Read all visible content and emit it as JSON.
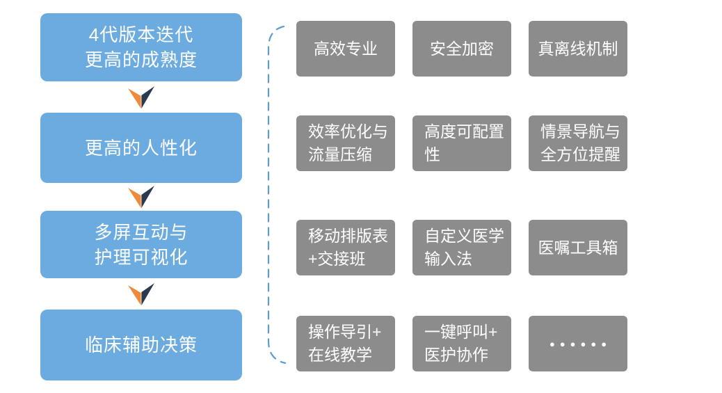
{
  "colors": {
    "step_blue": "#6CABE0",
    "feature_gray": "#8C8C8C",
    "arrow_orange": "#EF8A3A",
    "arrow_navy": "#2C3A50",
    "bracket_blue": "#5B9BD5",
    "text_white": "#FFFFFF"
  },
  "flow": {
    "steps": [
      {
        "label": "4代版本迭代\n更高的成熟度"
      },
      {
        "label": "更高的人性化"
      },
      {
        "label": "多屏互动与\n护理可视化"
      },
      {
        "label": "临床辅助决策"
      }
    ]
  },
  "features": {
    "rows": [
      {
        "cells": [
          {
            "label": "高效专业"
          },
          {
            "label": "安全加密"
          },
          {
            "label": "真离线机制"
          }
        ]
      },
      {
        "cells": [
          {
            "label": "效率优化与\n流量压缩"
          },
          {
            "label": "高度可配置\n性"
          },
          {
            "label": "情景导航与\n全方位提醒"
          }
        ]
      },
      {
        "cells": [
          {
            "label": "移动排版表\n+交接班"
          },
          {
            "label": "自定义医学\n输入法"
          },
          {
            "label": "医嘱工具箱"
          }
        ]
      },
      {
        "cells": [
          {
            "label": "操作导引+\n在线教学"
          },
          {
            "label": "一键呼叫+\n医护协作"
          },
          {
            "label": "●●●●●●"
          }
        ]
      }
    ]
  }
}
